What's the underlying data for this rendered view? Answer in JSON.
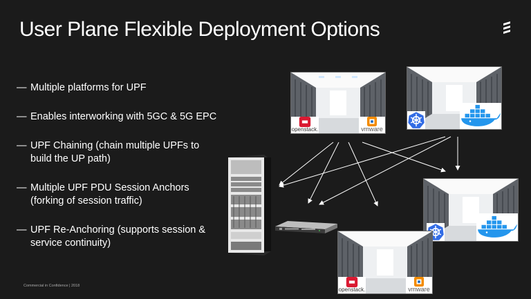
{
  "slide": {
    "title": "User Plane Flexible Deployment Options",
    "footer": "Commercial in Confidence |  2018",
    "bullets": [
      "Multiple platforms for UPF",
      "Enables interworking with 5GC & 5G EPC",
      "UPF Chaining (chain multiple UPFs to build the UP path)",
      "Multiple UPF PDU Session Anchors (forking of session traffic)",
      "UPF Re-Anchoring (supports session & service continuity)"
    ]
  },
  "logos": {
    "openstack": "openstack.",
    "vmware": "vmware"
  },
  "colors": {
    "background": "#1b1b1b",
    "text": "#ffffff",
    "arrow": "#ffffff",
    "openstack_red": "#da1a32",
    "vmware_orange": "#f38b00",
    "kubernetes_blue": "#326ce5",
    "docker_blue": "#2496ed"
  },
  "icons": [
    "ericsson-logo-icon",
    "openstack-logo-icon",
    "vmware-logo-icon",
    "kubernetes-logo-icon",
    "docker-logo-icon",
    "server-rack-icon",
    "rack-server-icon"
  ]
}
